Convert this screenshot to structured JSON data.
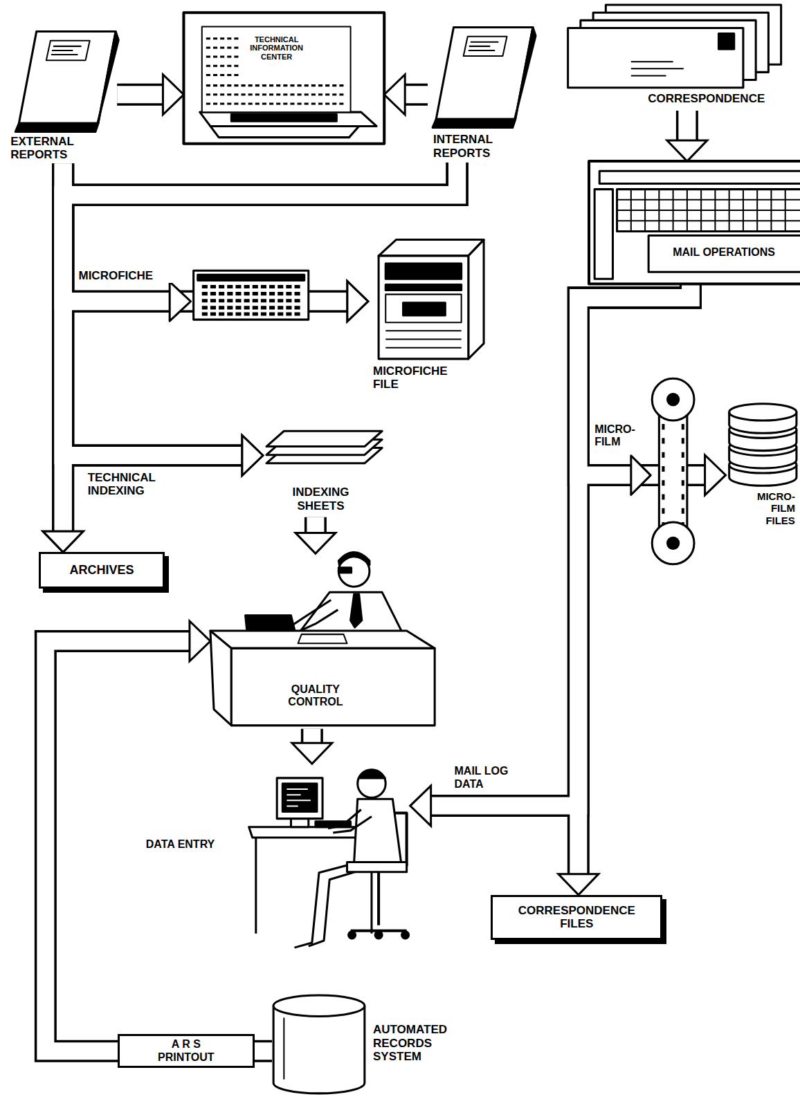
{
  "diagram": {
    "nodes": [
      {
        "text": [
          "EXTERNAL REPORTS"
        ]
      },
      {
        "text": [
          "TECHNICAL INFORMATION CENTER"
        ]
      },
      {
        "text": [
          "INTERNAL REPORTS"
        ]
      },
      {
        "text": [
          "CORRESPONDENCE"
        ]
      },
      {
        "text": [
          "MAIL OPERATIONS"
        ]
      },
      {
        "text": [
          "MICROFICHE FILE"
        ]
      },
      {
        "text": [
          "INDEXING SHEETS"
        ]
      },
      {
        "text": [
          "ARCHIVES"
        ]
      },
      {
        "text": [
          "MICRO- FILM FILES"
        ]
      },
      {
        "text": [
          "QUALITY CONTROL"
        ]
      },
      {
        "text": [
          "DATA ENTRY"
        ]
      },
      {
        "text": [
          "CORRESPONDENCE FILES"
        ]
      },
      {
        "text": [
          "AUTOMATED RECORDS SYSTEM"
        ]
      }
    ],
    "edges": [
      {
        "from": 0,
        "to": 1,
        "arrow": "to"
      },
      {
        "from": 2,
        "to": 1,
        "arrow": "to"
      },
      {
        "from": 3,
        "to": 4,
        "arrow": "to"
      },
      {
        "from": 0,
        "to": 5,
        "label": "MICROFICHE",
        "arrow": "to"
      },
      {
        "from": 2,
        "to": 5,
        "arrow": "to"
      },
      {
        "from": 0,
        "to": 6,
        "label": "TECHNICAL INDEXING",
        "arrow": "to"
      },
      {
        "from": 2,
        "to": 6,
        "arrow": "to"
      },
      {
        "from": 0,
        "to": 7,
        "arrow": "to"
      },
      {
        "from": 2,
        "to": 7,
        "arrow": "to"
      },
      {
        "from": 6,
        "to": 9,
        "arrow": "to"
      },
      {
        "from": 9,
        "to": 10,
        "arrow": "to"
      },
      {
        "from": 4,
        "to": 8,
        "label": "MICRO- FILM",
        "arrow": "to"
      },
      {
        "from": 4,
        "to": 10,
        "label": "MAIL LOG DATA",
        "arrow": "to"
      },
      {
        "from": 4,
        "to": 11,
        "arrow": "to"
      },
      {
        "from": 12,
        "to": 9,
        "label": "A R S PRINTOUT",
        "arrow": "to"
      }
    ]
  }
}
